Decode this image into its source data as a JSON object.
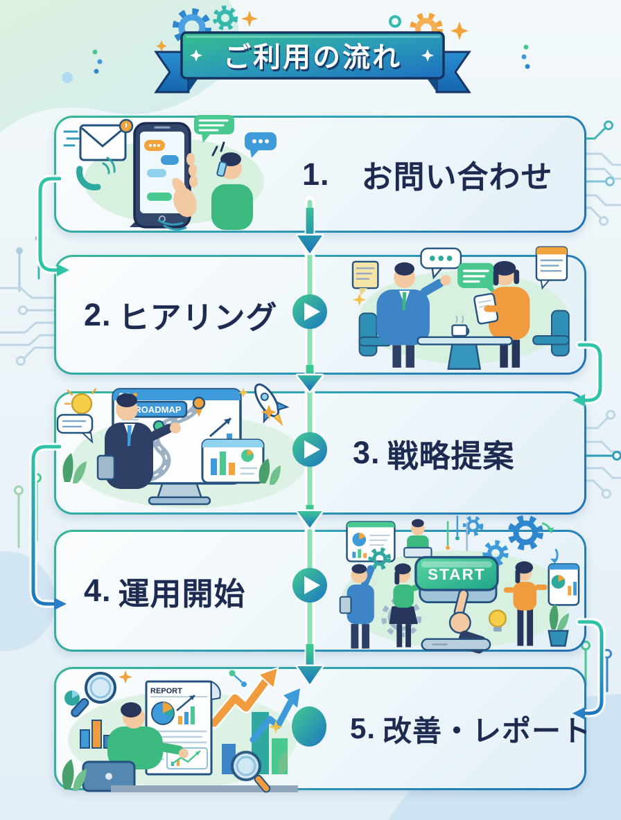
{
  "banner": {
    "title": "ご利用の流れ"
  },
  "steps": [
    {
      "number": "1.",
      "label": "お問い合わせ"
    },
    {
      "number": "2.",
      "label": "ヒアリング"
    },
    {
      "number": "3.",
      "label": "戦略提案"
    },
    {
      "number": "4.",
      "label": "運用開始"
    },
    {
      "number": "5.",
      "label": "改善・レポート"
    }
  ],
  "illustration_labels": {
    "roadmap": "ROADMAP",
    "start": "START",
    "report": "REPORT"
  },
  "icons": {
    "banner": [
      "gear-icon",
      "sparkle-icon",
      "star-icon"
    ],
    "step1": [
      "envelope-icon",
      "phone-handset-icon",
      "smartphone",
      "speech-bubble"
    ],
    "step2": [
      "sticky-note",
      "speech-bubble",
      "coffee-cup",
      "tablet"
    ],
    "step3": [
      "lightbulb-icon",
      "monitor",
      "map-pin-icon",
      "rocket-icon",
      "bar-chart"
    ],
    "step4": [
      "gear-icon",
      "start-button",
      "pointing-hand",
      "lightbulb-icon",
      "plant"
    ],
    "step5": [
      "magnifier-icon",
      "report-document",
      "pie-chart",
      "trend-arrow",
      "laptop"
    ]
  },
  "colors": {
    "text_navy": "#1d2b50",
    "outline_navy": "#24527e",
    "accent_teal": "#2fa8a0",
    "accent_green": "#49c98f",
    "accent_blue": "#3e9ad8",
    "accent_orange": "#f2a43c",
    "card_border_green": "#35b794",
    "card_border_blue": "#1f6fb5",
    "background": "#eaf3f8"
  }
}
